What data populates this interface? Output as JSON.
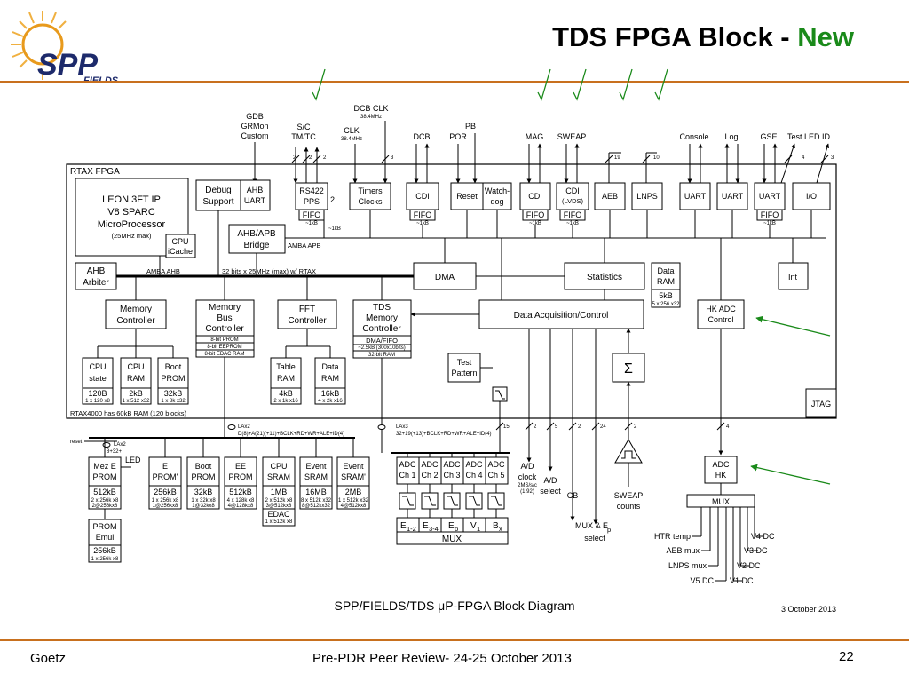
{
  "header": {
    "title": "TDS FPGA Block - ",
    "title_accent": "New",
    "title_accent_color": "#1a8a1a",
    "logo_text": "SPP",
    "logo_subtext": "FIELDS"
  },
  "diagram": {
    "caption": "SPP/FIELDS/TDS μP-FPGA Block Diagram",
    "date": "3 October 2013",
    "external_top": {
      "gdb": [
        "GDB",
        "GRMon",
        "Custom"
      ],
      "sc": [
        "S/C",
        "TM/TC"
      ],
      "clk": "CLK",
      "clk_freq": "38.4MHz",
      "dcb_clk": "DCB CLK",
      "dcb_clk_freq": "38.4MHz",
      "dcb": "DCB",
      "pb": "PB",
      "por": "POR",
      "mag": "MAG",
      "sweap": "SWEAP",
      "console": "Console",
      "log": "Log",
      "gse": "GSE",
      "test_led_id": "Test LED ID"
    },
    "bus_counts": {
      "sc_a": "2",
      "sc_b": "2",
      "sc_c": "2",
      "clk": "3",
      "mag": "19",
      "sweap": "10",
      "test_led": "4",
      "id": "3"
    },
    "fpga_label": "RTAX FPGA",
    "leon": [
      "LEON 3FT IP",
      "V8 SPARC",
      "MicroProcessor",
      "(25MHz max)"
    ],
    "cpu_icache": [
      "CPU",
      "iCache"
    ],
    "debug_support": [
      "Debug",
      "Support"
    ],
    "ahb_uart": [
      "AHB",
      "UART"
    ],
    "ahb_apb_bridge": [
      "AHB/APB",
      "Bridge"
    ],
    "amba_apb": "AMBA APB",
    "rs422": [
      "RS422",
      "PPS"
    ],
    "rs422_count": "2",
    "fifo": "FIFO",
    "fifo_size": "~1kB",
    "timers": [
      "Timers",
      "Clocks"
    ],
    "cdi": "CDI",
    "reset": "Reset",
    "watchdog": [
      "Watch-",
      "dog"
    ],
    "cdi_lvds": [
      "CDI",
      "(LVDS)"
    ],
    "aeb": "AEB",
    "lnps": "LNPS",
    "uart": "UART",
    "io": "I/O",
    "ahb_arbiter": [
      "AHB",
      "Arbiter"
    ],
    "amba_ahb": "AMBA AHB",
    "bus_32": "32 bits x 25MHz (max) w/ RTAX",
    "dma": "DMA",
    "statistics": "Statistics",
    "data_ram": [
      "Data",
      "RAM"
    ],
    "data_ram_size": "5kB",
    "data_ram_org": "5 x 256 x32",
    "int": "Int",
    "memory_controller": [
      "Memory",
      "Controller"
    ],
    "memory_bus_controller": [
      "Memory",
      "Bus",
      "Controller"
    ],
    "mbc_rows": [
      "8-bit PROM",
      "8-bit EEPROM",
      "8-bit EDAC RAM"
    ],
    "fft_controller": [
      "FFT",
      "Controller"
    ],
    "tds_memory_controller": [
      "TDS",
      "Memory",
      "Controller"
    ],
    "tds_rows": [
      "DMA/FIFO",
      "~2.5kB (300x10bits)",
      "32-bit RAM"
    ],
    "data_acq": "Data Acquisition/Control",
    "hk_adc_control": [
      "HK ADC",
      "Control"
    ],
    "test_pattern": [
      "Test",
      "Pattern"
    ],
    "sigma": "Σ",
    "cpu_state": [
      "CPU",
      "state"
    ],
    "cpu_state_size": "120B",
    "cpu_state_org": "1 x 120 x8",
    "cpu_ram": [
      "CPU",
      "RAM"
    ],
    "cpu_ram_size": "2kB",
    "cpu_ram_org": "1 x 512 x32",
    "boot_prom": [
      "Boot",
      "PROM"
    ],
    "boot_prom_size": "32kB",
    "boot_prom_org": "1 x 8k x32",
    "table_ram": [
      "Table",
      "RAM"
    ],
    "table_ram_size": "4kB",
    "table_ram_org": "2 x 1k x16",
    "data_ram2": [
      "Data",
      "RAM"
    ],
    "data_ram2_size": "16kB",
    "data_ram2_org": "4 x 2k x16",
    "jtag": "JTAG",
    "rtax4000_note": "RTAX4000 has 60kB RAM (120 blocks)",
    "bus_lax2": "LAx2",
    "bus_lax2_sig": "D(8)+A(21)(+11)+BCLK+RD+WR+ALE+ID(4)",
    "bus_lax3": "LAx3",
    "bus_lax3_sig": "32+19(+13)+BCLK+RD+WR+ALE+ID(4)",
    "reset_label": "reset",
    "lax2_small": "LAx2",
    "lax2_small_sig": "8+32+",
    "led": "LED",
    "mez_e_prom": [
      "Mez E",
      "PROM"
    ],
    "mez_size": "512kB",
    "mez_org": [
      "2 x 256k x8",
      "2@256kx8"
    ],
    "e_prom": [
      "E",
      "PROM'"
    ],
    "e_prom_size": "256kB",
    "e_prom_org": [
      "1 x 256k x8",
      "1@256kx8"
    ],
    "boot_prom2": [
      "Boot",
      "PROM"
    ],
    "boot_prom2_size": "32kB",
    "boot_prom2_org": [
      "1 x 32k x8",
      "1@32kx8"
    ],
    "ee_prom": [
      "EE",
      "PROM"
    ],
    "ee_prom_size": "512kB",
    "ee_prom_org": [
      "4 x 128k x8",
      "4@128kx8"
    ],
    "cpu_sram": [
      "CPU",
      "SRAM"
    ],
    "cpu_sram_size": "1MB",
    "cpu_sram_org": [
      "2 x 512k x8",
      "3@512kx8"
    ],
    "edac": "EDAC",
    "edac_org": "1 x 512k x8",
    "event_sram": [
      "Event",
      "SRAM"
    ],
    "event_sram_size": "16MB",
    "event_sram_org": [
      "8 x 512k x32",
      "8@512kx32"
    ],
    "event_sram2": [
      "Event",
      "SRAM'"
    ],
    "event_sram2_size": "2MB",
    "event_sram2_org": [
      "1 x 512k x32",
      "4@512kx8"
    ],
    "prom_emul": [
      "PROM",
      "Emul"
    ],
    "prom_emul_size": "256kB",
    "prom_emul_org": "1 x 256k x8",
    "adc_channels": [
      [
        "ADC",
        "Ch 1"
      ],
      [
        "ADC",
        "Ch 2"
      ],
      [
        "ADC",
        "Ch 3"
      ],
      [
        "ADC",
        "Ch 4"
      ],
      [
        "ADC",
        "Ch 5"
      ]
    ],
    "mux_inputs": [
      "E",
      "E",
      "E",
      "V",
      "B"
    ],
    "mux_input_subs": [
      "1-2",
      "3-4",
      "p",
      "1",
      "x"
    ],
    "mux": "MUX",
    "ad_clock": [
      "A/D",
      "clock"
    ],
    "ad_clock_freq": [
      "2MS/s/c",
      "(1.92)"
    ],
    "ad_select": [
      "A/D",
      "select"
    ],
    "cb": "CB",
    "mux_ep_select": [
      "MUX & E",
      "p",
      "select"
    ],
    "sweap_counts": [
      "SWEAP",
      "counts"
    ],
    "adc_hk": [
      "ADC",
      "HK"
    ],
    "hk_mux": "MUX",
    "hk_inputs_left": [
      "HTR temp",
      "AEB mux",
      "LNPS mux",
      "V5 DC"
    ],
    "hk_inputs_right": [
      "V4 DC",
      "V3 DC",
      "V2 DC",
      "V1 DC"
    ],
    "bus_counts_lower": {
      "a": "15",
      "b": "2",
      "c": "5",
      "d": "2",
      "e": "24",
      "f": "2",
      "g": "4"
    }
  },
  "footer": {
    "author": "Goetz",
    "event": "Pre-PDR Peer Review- 24-25 October 2013",
    "page": "22"
  },
  "colors": {
    "accent_rule": "#c8701e",
    "check_mark": "#1a8a1a",
    "logo_blue": "#1d2a6b",
    "logo_sun": "#e89a1c"
  }
}
